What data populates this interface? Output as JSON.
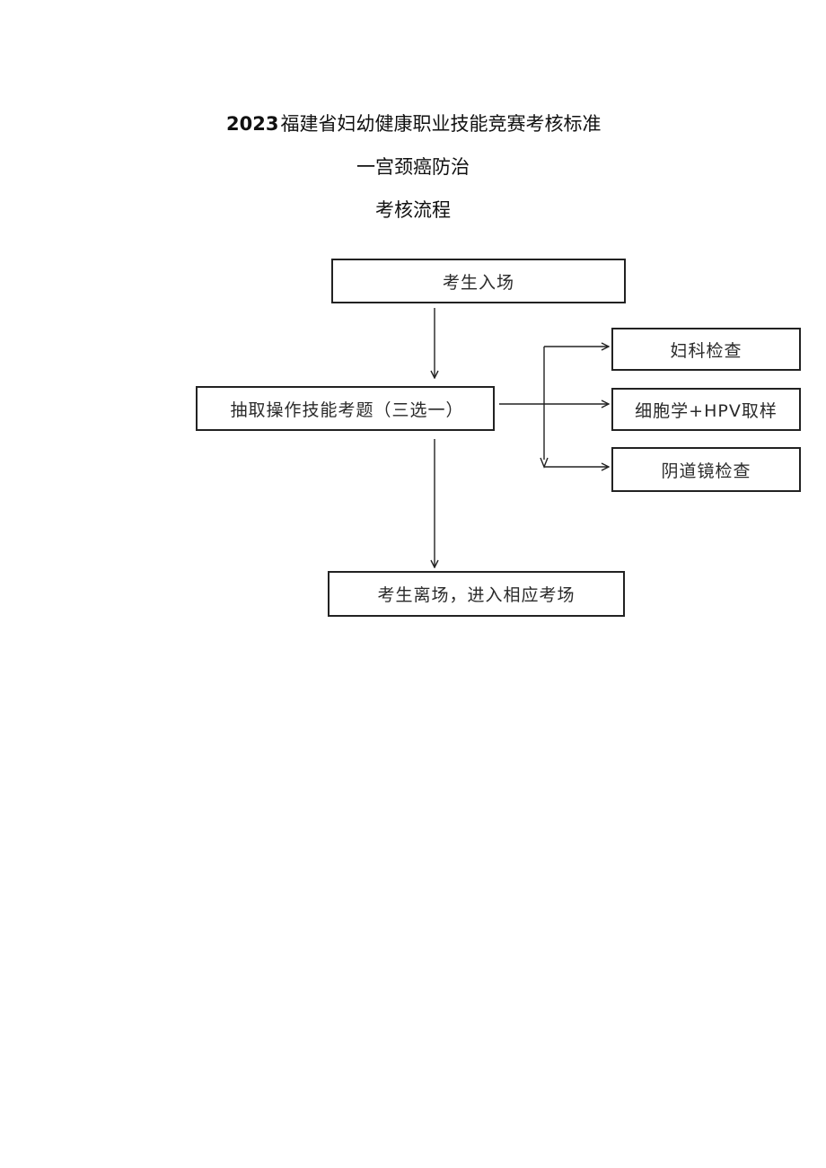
{
  "header": {
    "year": "2023",
    "title": "福建省妇幼健康职业技能竞赛考核标准",
    "subtitle": "一宫颈癌防治",
    "section": "考核流程"
  },
  "flow": {
    "start": "考生入场",
    "draw": "抽取操作技能考题（三选一）",
    "options": [
      "妇科检查",
      "细胞学+HPV取样",
      "阴道镜检查"
    ],
    "end": "考生离场，进入相应考场"
  }
}
